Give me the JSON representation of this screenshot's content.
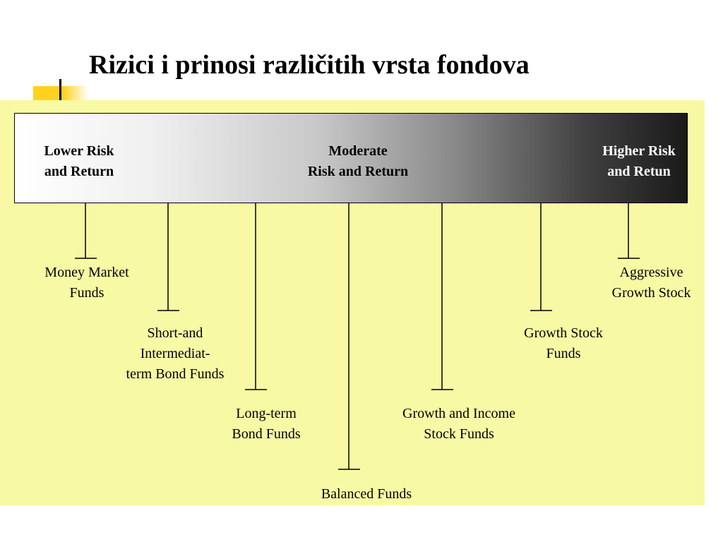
{
  "title": "Rizici i prinosi različitih vrsta fondova",
  "risk_scale": {
    "low": "Lower Risk\nand Return",
    "moderate": "Moderate\nRisk and Return",
    "high": "Higher Risk\nand Retun"
  },
  "funds": {
    "money_market": "Money Market\nFunds",
    "short_bond": "Short-and\nIntermediat-\nterm Bond Funds",
    "long_bond": "Long-term\nBond Funds",
    "balanced": "Balanced Funds",
    "growth_income": "Growth and Income\nStock Funds",
    "growth_stock": "Growth Stock\nFunds",
    "aggressive": "Aggressive\nGrowth Stock"
  },
  "colors": {
    "panel": "#f8f9a4",
    "accent": "#ffd21f"
  }
}
